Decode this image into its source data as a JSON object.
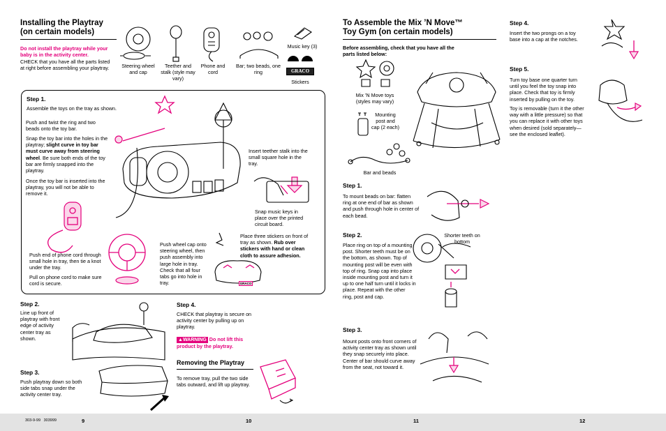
{
  "page9": {
    "title_line1": "Installing the Playtray",
    "title_line2": "(on certain models)",
    "warning_intro": "Do not install the playtray while your baby is in the activity center.",
    "check_text": "CHECK that you have all the parts listed at right before assembling your playtray.",
    "parts": {
      "steering": "Steering wheel and cap",
      "teether": "Teether and stalk (style may vary)",
      "phone": "Phone and cord",
      "bar": "Bar; two beads, one ring",
      "music_key": "Music key (3)",
      "stickers": "Stickers",
      "logo": "GRACO"
    },
    "step1": {
      "label": "Step 1.",
      "intro": "Assemble the toys on the tray as shown.",
      "twist": "Push and twist the ring and two beads onto the toy bar.",
      "snap_a": "Snap the toy bar into the holes in the playtray;",
      "snap_bold": "slight curve in toy bar must curve away from steering wheel",
      "snap_b": ". Be sure both ends of the toy bar are firmly snapped into the playtray.",
      "once": "Once the toy bar is inserted into the playtray, you will not be able to remove it.",
      "teether_note": "Insert teether stalk into the small square hole in the tray.",
      "music_note": "Snap music keys in place over the printed circuit board.",
      "phone_note": "Push end of phone cord through small hole in tray, then tie a knot under the tray.",
      "pull_note": "Pull on phone cord to make sure cord is secure.",
      "wheel_note": "Push wheel cap onto steering wheel, then push assembly into large hole in tray. Check that all four tabs go into hole in tray.",
      "sticker_a": "Place three stickers on front of tray as shown.",
      "sticker_bold": "Rub over stickers with hand or clean cloth to assure adhesion.",
      "tray_label": "GRACO"
    },
    "step2": {
      "label": "Step 2.",
      "text": "Line up front of playtray with front edge of activity center tray as shown."
    },
    "step3": {
      "label": "Step 3.",
      "text": "Push playtray down so both side tabs snap under the activity center tray."
    },
    "footer_code": "303-9-99   303999",
    "page_number": "9"
  },
  "page10": {
    "step4": {
      "label": "Step 4.",
      "text": "CHECK that playtray is secure on activity center by pulling up on playtray.",
      "warning_tag": "WARNING",
      "warning_text": "Do not lift this product by the playtray."
    },
    "removing": {
      "title": "Removing the Playtray",
      "text": "To remove tray, pull the two side tabs outward, and lift up playtray."
    },
    "page_number": "10"
  },
  "page11": {
    "title_line1": "To Assemble the Mix ’N Move™",
    "title_line2": "Toy Gym (on certain models)",
    "intro": "Before assembling, check that you have all the parts listed below:",
    "parts": {
      "toys": "Mix ’N Move toys (styles may vary)",
      "post": "Mounting post and cap (2 each)",
      "bar": "Bar and beads"
    },
    "step1": {
      "label": "Step 1.",
      "text": "To mount beads on bar: flatten ring at one end of bar as shown and push through hole in center of each bead."
    },
    "step2": {
      "label": "Step 2.",
      "text": "Place ring on top of a mounting post. Shorter teeth must be on the bottom, as shown. Top of mounting post will be even with top of ring. Snap cap into place inside mounting post and turn it up to one half turn until it locks in place. Repeat with the other ring, post and cap.",
      "callout": "Shorter teeth on bottom"
    },
    "step3": {
      "label": "Step 3.",
      "text": "Mount posts onto front corners of activity center tray as shown until they snap securely into place. Center of bar should curve away from the seat, not toward it."
    },
    "page_number": "11"
  },
  "page12": {
    "step4": {
      "label": "Step 4.",
      "text": "Insert the two prongs on a toy base into a cap at the notches."
    },
    "step5": {
      "label": "Step 5.",
      "text": "Turn toy base one quarter turn until you feel the toy snap into place. Check that toy is firmly inserted by pulling on the toy.",
      "text2": "Toy is removable (turn it the other way with a little pressure) so that you can replace it with other toys when desired (sold separately—see the enclosed leaflet)."
    },
    "page_number": "12"
  },
  "colors": {
    "accent": "#e4007c",
    "footer_bg": "#e3e3e3"
  }
}
